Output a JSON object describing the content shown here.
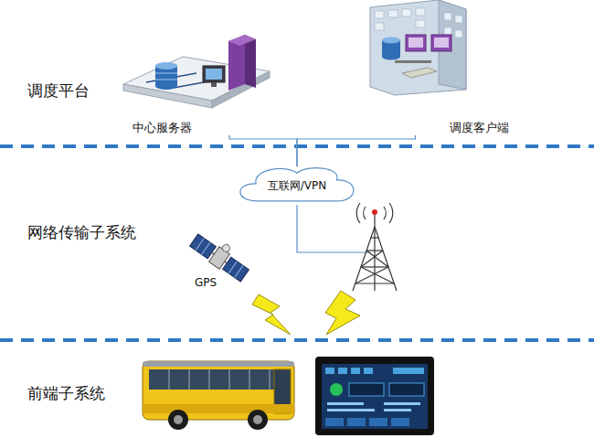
{
  "diagram": {
    "nodes": [
      {
        "text": [
          "中心服务器"
        ]
      },
      {
        "text": [
          "调度客户端"
        ]
      },
      {
        "text": [
          "互联网/VPN"
        ]
      }
    ],
    "edges": [
      {
        "from": 0,
        "to": 2,
        "arrow": "none"
      },
      {
        "from": 1,
        "to": 2,
        "arrow": "none"
      }
    ],
    "labels": [
      "调度平台",
      "网络传输子系统",
      "GPS",
      "前端子系统"
    ]
  }
}
